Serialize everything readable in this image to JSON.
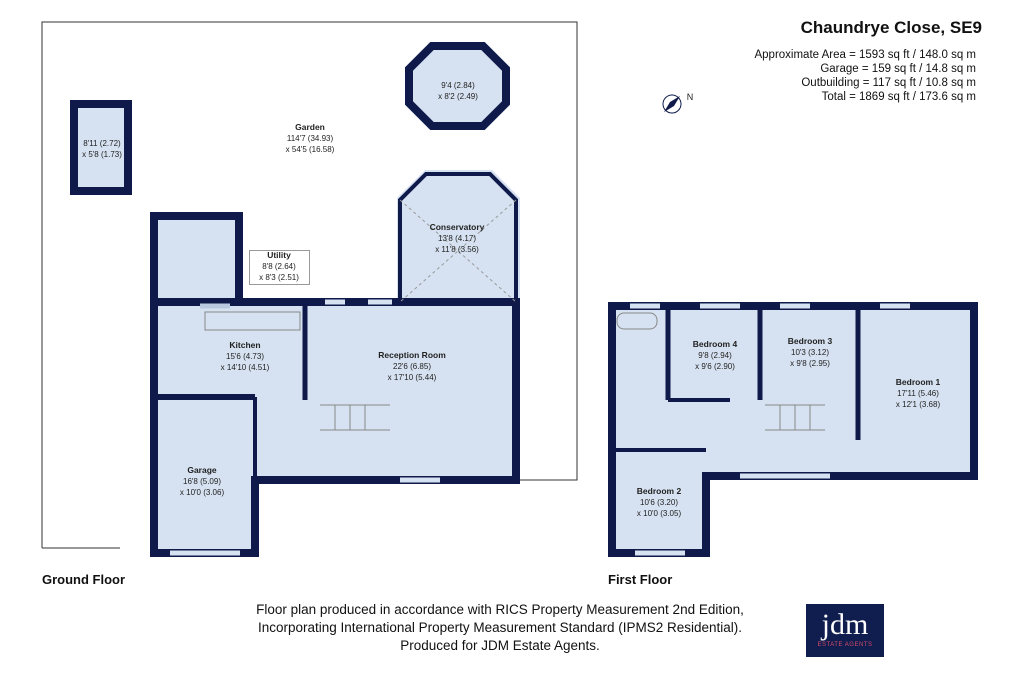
{
  "header": {
    "title": "Chaundrye Close, SE9",
    "areas": [
      "Approximate Area = 1593 sq ft / 148.0 sq m",
      "Garage = 159 sq ft / 14.8 sq m",
      "Outbuilding = 117 sq ft / 10.8 sq m",
      "Total = 1869 sq ft / 173.6 sq m"
    ]
  },
  "compass": {
    "label": "N"
  },
  "ground_floor": {
    "label": "Ground Floor",
    "rooms": [
      {
        "name": "Garden",
        "dims": [
          "114'7 (34.93)",
          "x 54'5 (16.58)"
        ]
      },
      {
        "name": "",
        "dims": [
          "8'11 (2.72)",
          "x 5'8 (1.73)"
        ]
      },
      {
        "name": "",
        "dims": [
          "9'4 (2.84)",
          "x 8'2 (2.49)"
        ]
      },
      {
        "name": "Conservatory",
        "dims": [
          "13'8 (4.17)",
          "x 11'8 (3.56)"
        ]
      },
      {
        "name": "Utility",
        "dims": [
          "8'8 (2.64)",
          "x 8'3 (2.51)"
        ]
      },
      {
        "name": "Kitchen",
        "dims": [
          "15'6 (4.73)",
          "x 14'10 (4.51)"
        ]
      },
      {
        "name": "Reception Room",
        "dims": [
          "22'6 (6.85)",
          "x 17'10 (5.44)"
        ]
      },
      {
        "name": "Garage",
        "dims": [
          "16'8 (5.09)",
          "x 10'0 (3.06)"
        ]
      }
    ]
  },
  "first_floor": {
    "label": "First Floor",
    "rooms": [
      {
        "name": "Bedroom 4",
        "dims": [
          "9'8 (2.94)",
          "x 9'6 (2.90)"
        ]
      },
      {
        "name": "Bedroom 3",
        "dims": [
          "10'3 (3.12)",
          "x 9'8 (2.95)"
        ]
      },
      {
        "name": "Bedroom 1",
        "dims": [
          "17'11 (5.46)",
          "x 12'1 (3.68)"
        ]
      },
      {
        "name": "Bedroom 2",
        "dims": [
          "10'6 (3.20)",
          "x 10'0 (3.05)"
        ]
      }
    ]
  },
  "footer": {
    "lines": [
      "Floor plan produced in accordance with RICS Property Measurement 2nd Edition,",
      "Incorporating International Property Measurement Standard (IPMS2 Residential).",
      "Produced for JDM Estate Agents."
    ]
  },
  "logo": {
    "name": "jdm",
    "tagline": "ESTATE AGENTS"
  },
  "colors": {
    "wall": "#0f1a4a",
    "room": "#d6e2f1",
    "logo_bg": "#0f1d4f",
    "logo_accent": "#d84a6a"
  }
}
